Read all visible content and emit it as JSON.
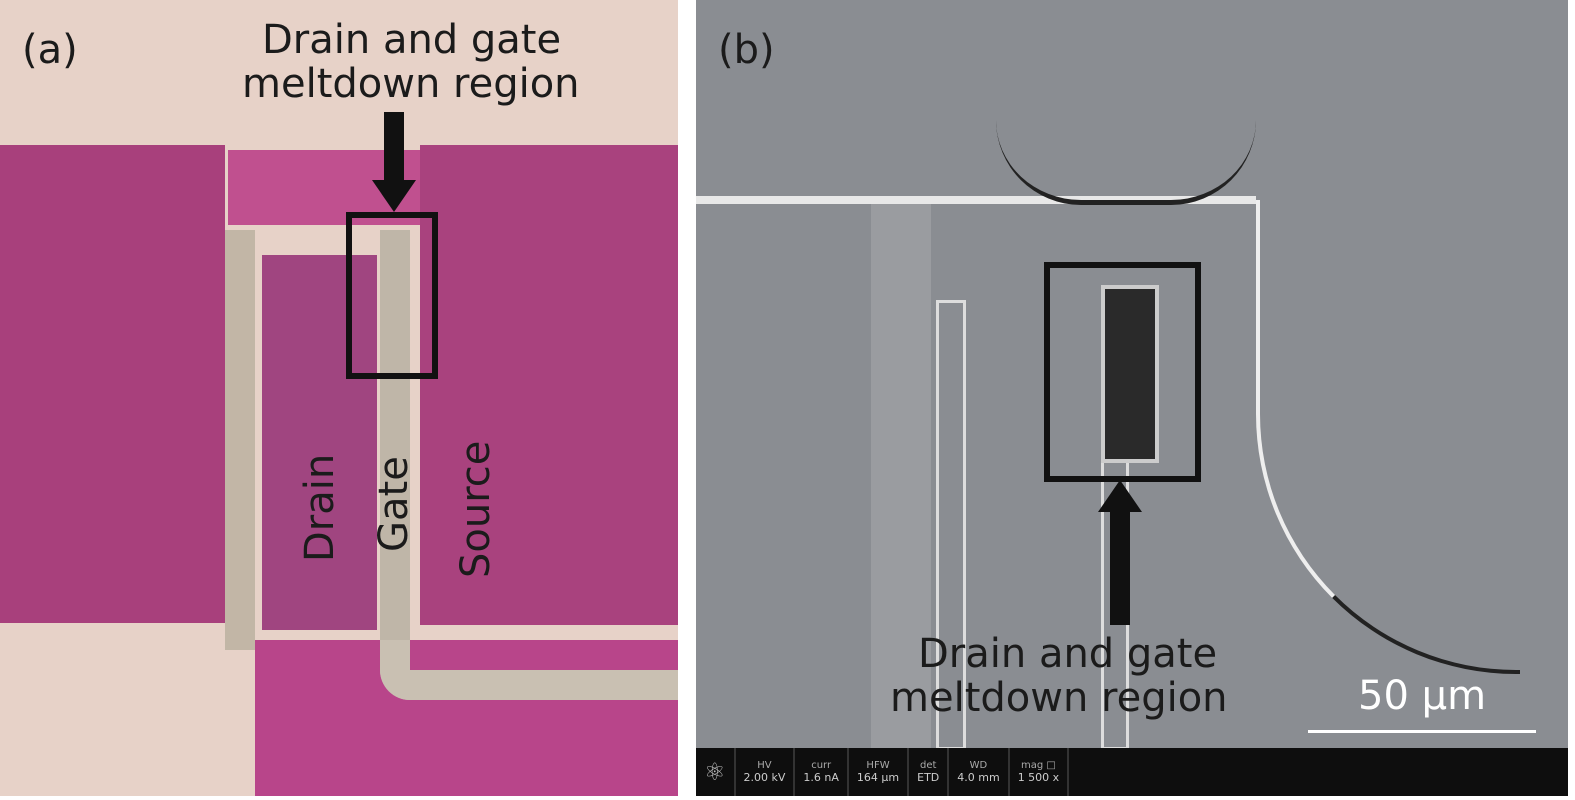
{
  "panel_a": {
    "label": "(a)",
    "title_line1": "Drain and gate",
    "title_line2": "meltdown region",
    "drain": "Drain",
    "gate": "Gate",
    "source": "Source"
  },
  "panel_b": {
    "label": "(b)",
    "title_line1": "Drain and gate",
    "title_line2": "meltdown region",
    "scale_bar": "50 µm",
    "databar": [
      {
        "k": "HV",
        "v": "2.00 kV"
      },
      {
        "k": "curr",
        "v": "1.6 nA"
      },
      {
        "k": "HFW",
        "v": "164 µm"
      },
      {
        "k": "det",
        "v": "ETD"
      },
      {
        "k": "WD",
        "v": "4.0 mm"
      },
      {
        "k": "mag □",
        "v": "1 500 x"
      }
    ]
  },
  "colors": {
    "magenta": "#b0407f",
    "sem_gray": "#8a8d92"
  }
}
